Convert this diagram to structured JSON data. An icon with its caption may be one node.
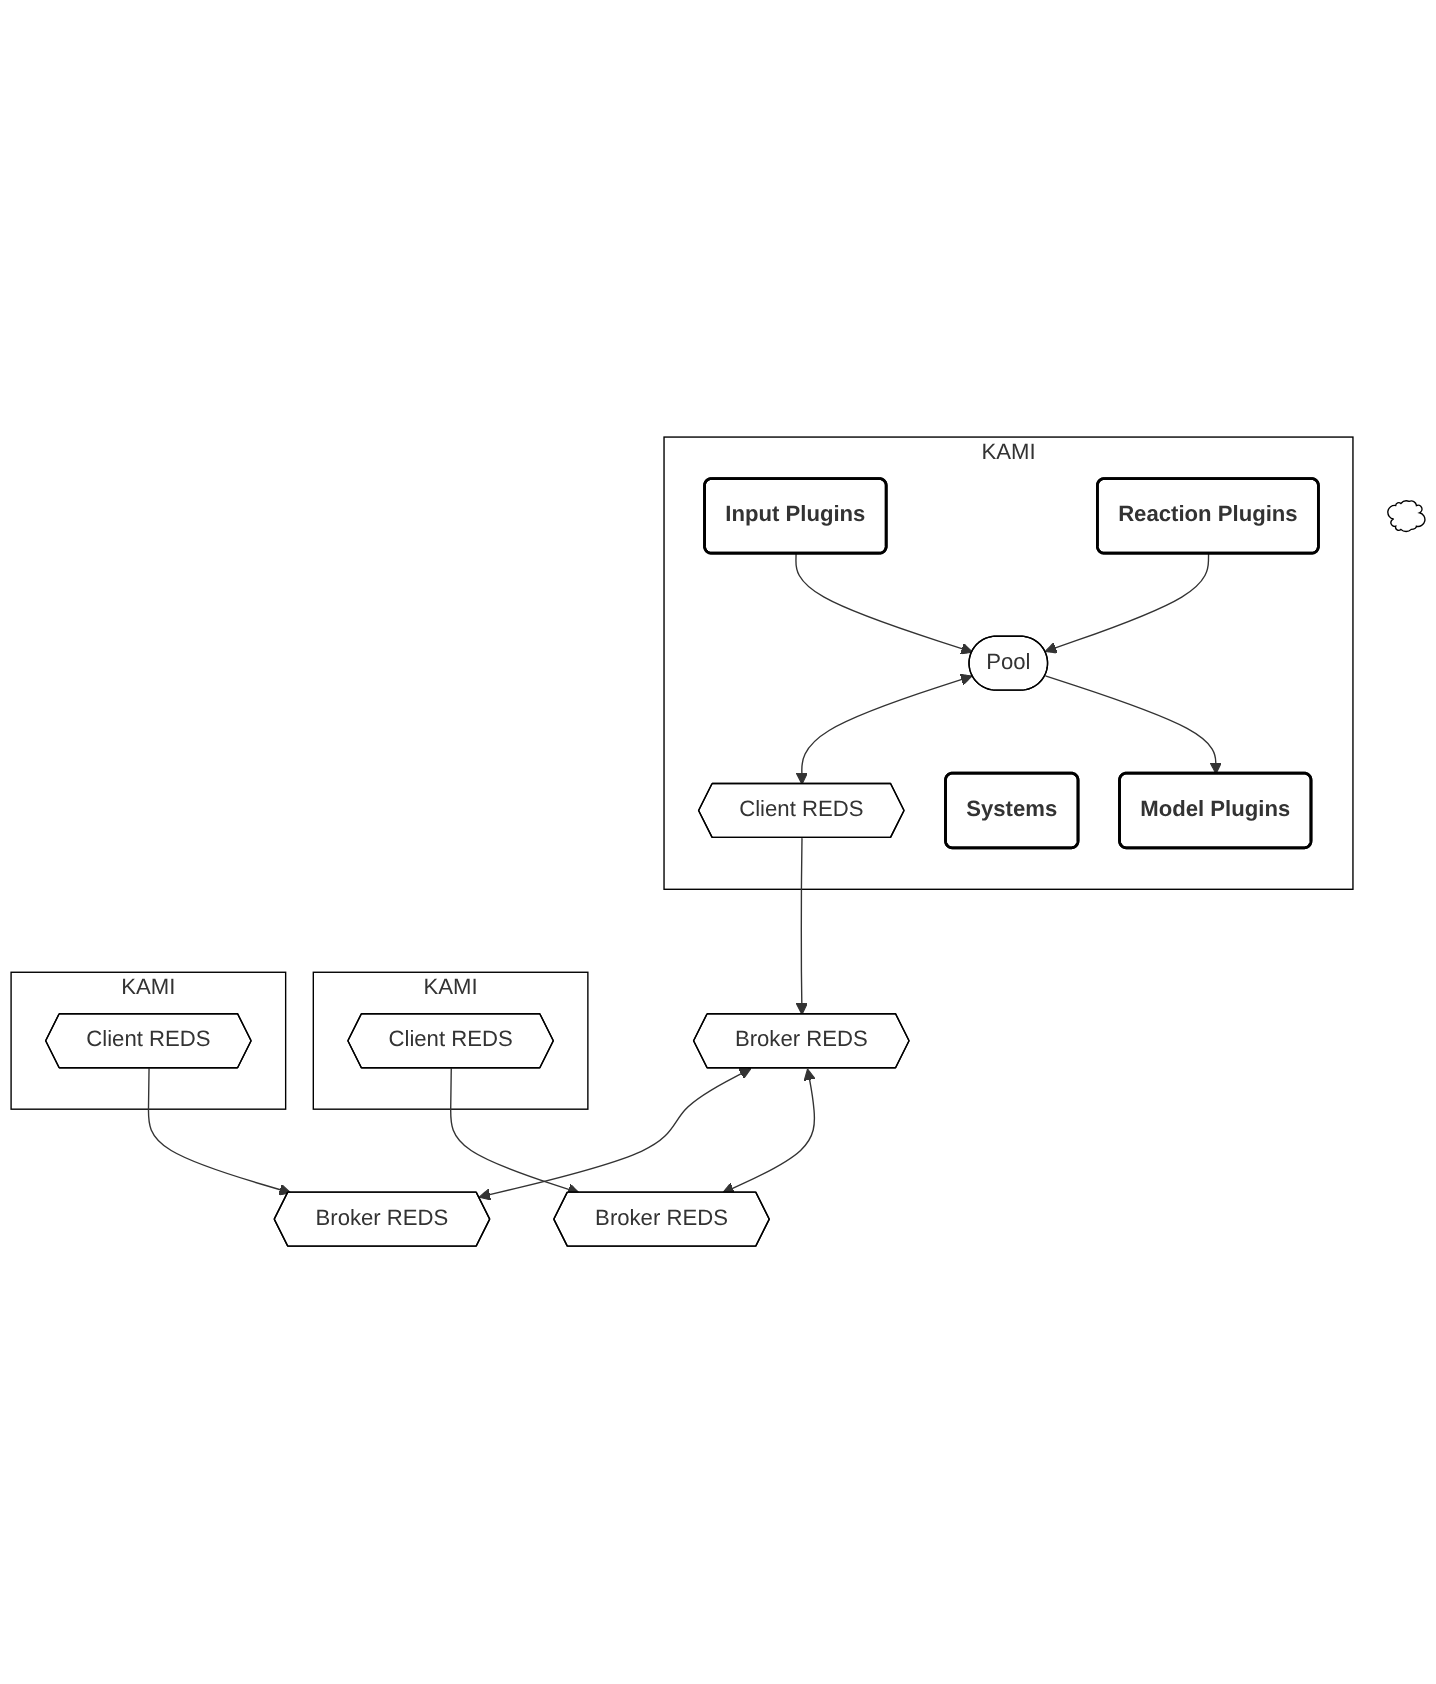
{
  "diagram": {
    "nodes": [
      {
        "text": [
          "KAMI"
        ]
      },
      {
        "text": [
          "Input Plugins"
        ],
        "in": 0
      },
      {
        "text": [
          "Pool"
        ],
        "in": 0
      },
      {
        "text": [
          "Model Plugins"
        ],
        "in": 0
      },
      {
        "text": [
          "Systems"
        ],
        "in": 0
      },
      {
        "text": [
          "Reaction Plugins"
        ],
        "in": 0
      },
      {
        "text": [
          "Client REDS"
        ],
        "in": 0
      },
      {
        "text": [
          "Broker REDS"
        ]
      },
      {
        "text": [],
        "shape": "cloud"
      },
      {
        "text": [
          "KAMI"
        ]
      },
      {
        "text": [
          "Broker REDS"
        ]
      },
      {
        "text": [
          "Client REDS"
        ],
        "in": 9
      },
      {
        "text": [
          "KAMI"
        ]
      },
      {
        "text": [
          "Broker REDS"
        ]
      },
      {
        "text": [
          "Client REDS"
        ],
        "in": 12
      }
    ],
    "edges": [
      {
        "from": 1,
        "to": 2,
        "arrow": "to"
      },
      {
        "from": 2,
        "to": 3,
        "arrow": "to"
      },
      {
        "from": 5,
        "to": 2,
        "arrow": "to"
      },
      {
        "from": 2,
        "to": 6,
        "arrow": "both"
      },
      {
        "from": 6,
        "to": 7,
        "arrow": "to"
      },
      {
        "from": 7,
        "to": 10,
        "arrow": "both"
      },
      {
        "from": 7,
        "to": 13,
        "arrow": "both"
      },
      {
        "from": 11,
        "to": 10,
        "arrow": "to"
      },
      {
        "from": 14,
        "to": 13,
        "arrow": "to"
      }
    ]
  }
}
